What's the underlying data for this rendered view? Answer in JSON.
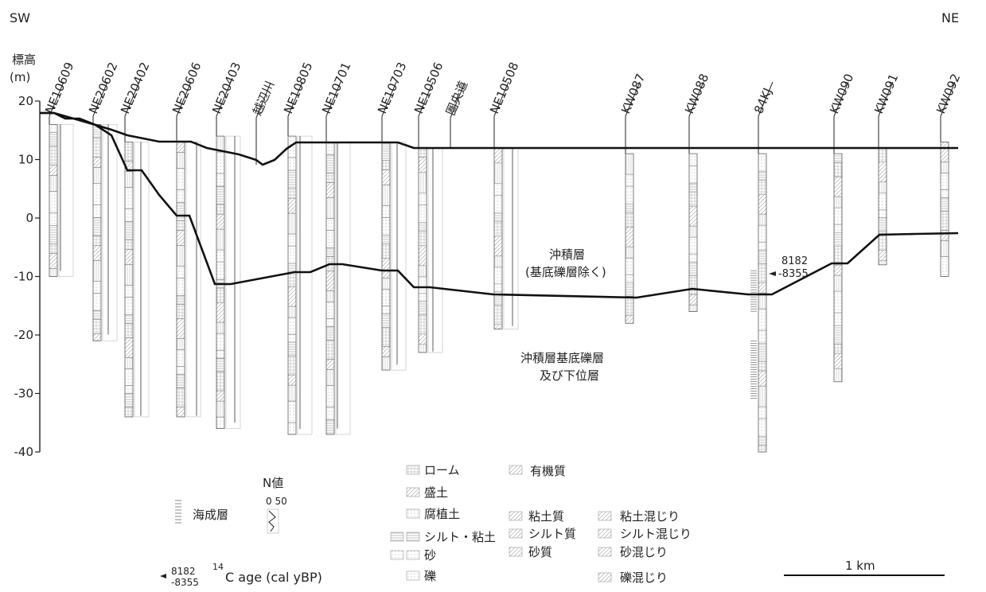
{
  "orientation": {
    "left": "SW",
    "right": "NE"
  },
  "axis": {
    "label_line1": "標高",
    "label_line2": "(m)",
    "ticks": [
      20,
      10,
      0,
      -10,
      -20,
      -30,
      -40
    ],
    "ylim": [
      -40,
      20
    ]
  },
  "boreholes": [
    {
      "name": "NE10609",
      "top": 16,
      "bottom": -10,
      "nvalue": true
    },
    {
      "name": "NE20602",
      "top": 16,
      "bottom": -21,
      "nvalue": true
    },
    {
      "name": "NE20402",
      "top": 13,
      "bottom": -34,
      "nvalue": true
    },
    {
      "name": "NE20606",
      "top": 13,
      "bottom": -34,
      "nvalue": true
    },
    {
      "name": "NE20403",
      "top": 14,
      "bottom": -36,
      "nvalue": true
    },
    {
      "name": "NE10805",
      "top": 14,
      "bottom": -37,
      "nvalue": true
    },
    {
      "name": "NE10701",
      "top": 13,
      "bottom": -37,
      "nvalue": true
    },
    {
      "name": "NE10703",
      "top": 13,
      "bottom": -26,
      "nvalue": true
    },
    {
      "name": "NE10506",
      "top": 12,
      "bottom": -23,
      "nvalue": true
    },
    {
      "name": "NE10508",
      "top": 12,
      "bottom": -19,
      "nvalue": true
    },
    {
      "name": "KW087",
      "top": 11,
      "bottom": -18,
      "nvalue": false
    },
    {
      "name": "KW088",
      "top": 11,
      "bottom": -16,
      "nvalue": false
    },
    {
      "name": "84KJ",
      "top": 11,
      "bottom": -40,
      "nvalue": false
    },
    {
      "name": "KW090",
      "top": 11,
      "bottom": -28,
      "nvalue": false
    },
    {
      "name": "KW091",
      "top": 12,
      "bottom": -8,
      "nvalue": false
    },
    {
      "name": "KW092",
      "top": 13,
      "bottom": -10,
      "nvalue": false
    }
  ],
  "places": [
    "越辺川",
    "圏央道"
  ],
  "unit_labels": {
    "upper": "沖積層",
    "upper_note": "(基底礫層除く)",
    "lower": "沖積層基底礫層",
    "lower_note": "及び下位層"
  },
  "date": {
    "line1": "8182",
    "line2": "-8355"
  },
  "legend": {
    "marine": "海成層",
    "nvalue_title": "N値",
    "nvalue_scale": "0 50",
    "c14_num1": "8182",
    "c14_num2": "-8355",
    "c14_sup": "14",
    "c14_text": "C age (cal yBP)",
    "col1": [
      "ローム",
      "盛土",
      "腐植土",
      "シルト・粘土",
      "砂",
      "礫"
    ],
    "organic": "有機質",
    "col2": [
      "粘土質",
      "シルト質",
      "砂質"
    ],
    "col3": [
      "粘土混じり",
      "シルト混じり",
      "砂混じり",
      "礫混じり"
    ]
  },
  "scale_bar": {
    "label": "1 km"
  }
}
